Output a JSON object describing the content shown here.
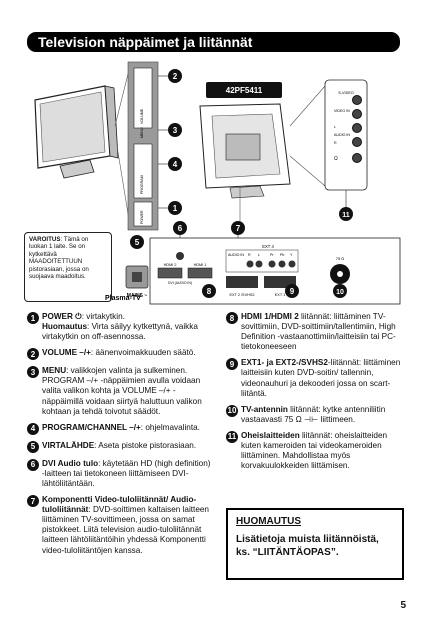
{
  "title": "Television näppäimet ja liitännät",
  "figure": {
    "model": "42PF5411",
    "side_buttons": [
      "POWER",
      "PROGRAM",
      "–",
      "+",
      "MENU",
      "–",
      "+",
      "VOLUME"
    ],
    "side_jacks": [
      "S-VIDEO",
      "VIDEO IN",
      "L",
      "AUDIO IN",
      "R",
      "Ω"
    ],
    "warning": {
      "label": "VAROITUS",
      "text": ": Tämä on luokan 1 laite. Se on kytkettävä MAADOITETTUUN pistorasiaan, jossa on suojaava maadoitus."
    },
    "mains_label": "MAINS ~",
    "plasma_label": "Plasma-TV",
    "rear": {
      "ext4": "EXT 4",
      "audio_in": "AUDIO IN",
      "r": "R",
      "l": "L",
      "pr": "Pr",
      "pb": "Pb",
      "y": "Y",
      "hdmi2": "HDMI 2",
      "hdmi1": "HDMI 1",
      "dvi": "DVI (AUDIO IN)",
      "ext2": "EXT 2 /SVHS2",
      "ext1": "EXT 1",
      "antenna": "75 Ω"
    },
    "callouts": [
      "1",
      "2",
      "3",
      "4",
      "5",
      "6",
      "7",
      "8",
      "9",
      "10",
      "11"
    ]
  },
  "left_items": [
    {
      "n": "1",
      "head": "POWER ⏻",
      "text": ": virtakytkin.",
      "extra_head": "Huomautus",
      "extra": ": Virta säilyy kytkettynä, vaikka virtakytkin on off-asennossa."
    },
    {
      "n": "2",
      "head": "VOLUME –/+",
      "text": ": äänenvoimakkuuden säätö."
    },
    {
      "n": "3",
      "head": "MENU",
      "text": ": valikkojen valinta ja sulkeminen. PROGRAM –/+ -näppäimien avulla voidaan valita valikon kohta ja VOLUME –/+ -näppäimillä voidaan siirtyä haluttuun valikon kohtaan ja tehdä toivotut säädöt."
    },
    {
      "n": "4",
      "head": "PROGRAM/CHANNEL –/+",
      "text": ": ohjelmavalinta."
    },
    {
      "n": "5",
      "head": "VIRTALÄHDE",
      "text": ": Aseta pistoke pistorasiaan."
    },
    {
      "n": "6",
      "head": "DVI Audio tulo",
      "text": ": käytetään HD (high definition) -laitteen tai tietokoneen liittämiseen DVI-lähtöliitäntään."
    },
    {
      "n": "7",
      "head": "Komponentti Video-tuloliitännät/ Audio-tuloliitännät",
      "text": ": DVD-soittimen kaltaisen laitteen liittäminen TV-sovittimeen, jossa on samat pistokkeet. Liitä television audio-tuloliitännät laitteen lähtöliitäntöihin yhdessä Komponentti video-tuloliitäntöjen kanssa."
    }
  ],
  "right_items": [
    {
      "n": "8",
      "head": "HDMI 1/HDMI 2",
      "text": " liitännät: liittäminen TV-sovittimiin, DVD-soittimiin/tallentimiin, High Definition -vastaanottimiin/laitteisiin tai PC-tietokoneeseen"
    },
    {
      "n": "9",
      "head": "EXT1- ja EXT2-/SVHS2",
      "text": "-liitännät: liittäminen laitteisiin kuten DVD-soitin/ tallennin, videonauhuri ja dekooderi jossa on scart-liitäntä."
    },
    {
      "n": "10",
      "head": "TV-antennin",
      "text": " liitännät: kytke antenniliitin vastaavasti 75 Ω ⊣⊢ liittimeen."
    },
    {
      "n": "11",
      "head": "Oheislaitteiden",
      "text": " liitännät: oheislaitteiden kuten kameroiden tai videokameroiden liittäminen. Mahdollistaa myös korvakuulokkeiden liittämisen."
    }
  ],
  "note": {
    "head": "HUOMAUTUS",
    "body": "Lisätietoja muista liitännöistä, ks. “LIITÄNTÄOPAS”."
  },
  "page_number": "5"
}
